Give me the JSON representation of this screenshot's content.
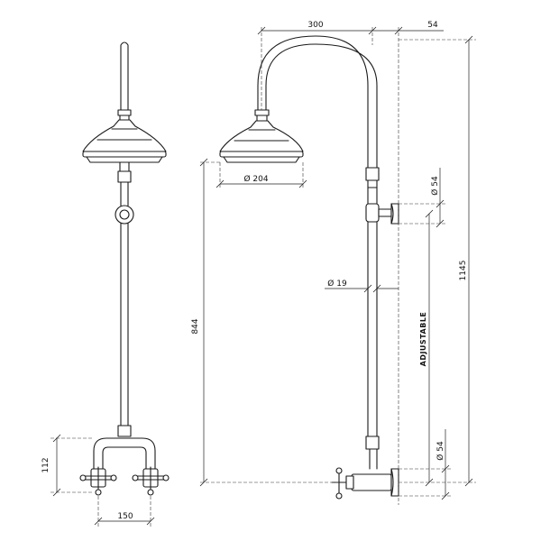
{
  "dimensions": {
    "head_to_riser": "300",
    "riser_to_wall": "54",
    "shower_head_diameter": "Ø 204",
    "bracket_diameter_upper": "Ø 54",
    "pipe_diameter": "Ø 19",
    "head_height": "844",
    "overall_height": "1145",
    "adjustable": "ADJUSTABLE",
    "bracket_diameter_lower": "Ø 54",
    "mixer_height": "112",
    "tap_centers": "150"
  }
}
